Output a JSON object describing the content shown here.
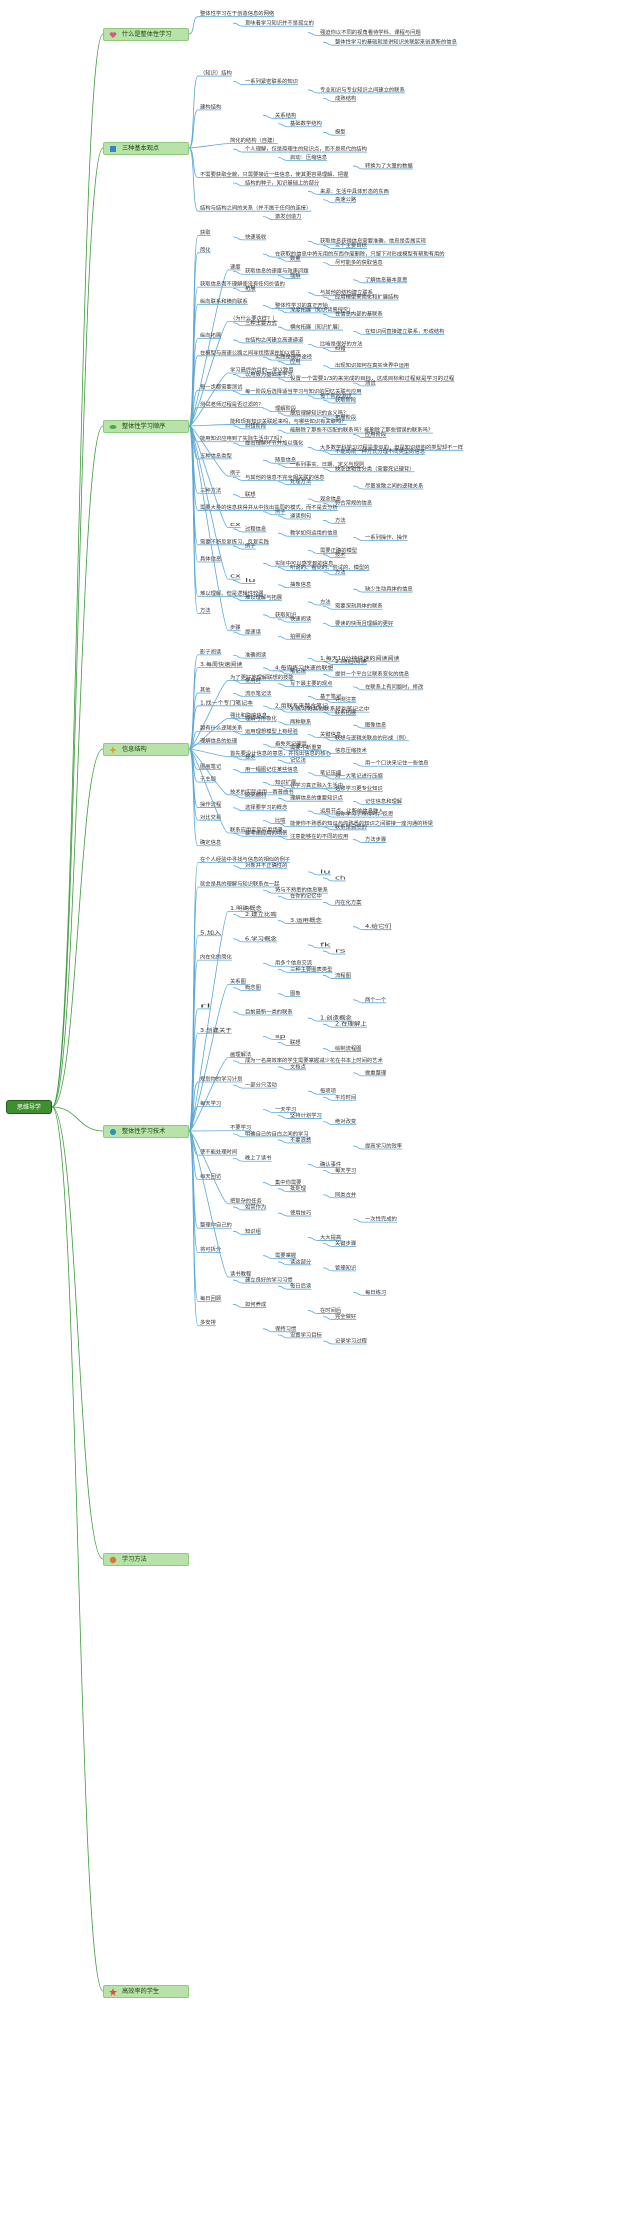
{
  "root": "思维导学",
  "colors": {
    "branch_line": "#3c9a3c",
    "sub_line": "#5aa7d8",
    "root_bg": "#3f8f2f",
    "branch_bg": "#b8e3a8"
  },
  "branches": [
    {
      "label": "什么是整体性学习",
      "icon": "heart-icon"
    },
    {
      "label": "三种基本观点",
      "icon": "book-icon"
    },
    {
      "label": "整体性学习顺序",
      "icon": "leaf-icon"
    },
    {
      "label": "信息结构",
      "icon": "sparkle-icon"
    },
    {
      "label": "整体性学习技术",
      "icon": "bird-icon"
    },
    {
      "label": "学习方法",
      "icon": "flower-icon"
    },
    {
      "label": "高效率的学生",
      "icon": "star-icon"
    }
  ],
  "texts": [
    "整体性学习在于创造信息的网络",
    "意味着学习知识并不是孤立的",
    "强迫你以不同的视角看待学科、课程与问题",
    "整体性学习的基础就是讲知识关联起来创造新的信息",
    "（知识）结构",
    "一系列紧密联系的知识",
    "专业知识与专业知识之间建立的联系",
    "成熟结构",
    "建构结构",
    "关系结构",
    "基础数学结构",
    "模型",
    "简化的结构（自建）",
    "个人理解，仅是原理生的知识点，而不是现代的结构",
    "启动：压缩信息",
    "转换为了大量的数据",
    "不需要获取全貌，只需要接近一些信息，使其更容易理解、把握",
    "结构的种子，知识基础上的部分",
    "来源：生活中具体形态的东西",
    "高速公路",
    "结构与结构之间的关系（并不属于任何的连接）",
    "激发创造力",
    "获取",
    "快速吸收",
    "获取信息获得信息需要准确，信息是否属实现",
    "三个主要目标",
    "简化",
    "在获取的信息中将无用的东西作废删除，只留下对形成模型有帮助有用的",
    "数量",
    "尽可能多的获取信息",
    "速度",
    "获取信息的速度与效率问题",
    "理解",
    "了解信息基本意思",
    "获取信息而不理解便没有任何价值的",
    "拓展",
    "与其他的结构建立联系",
    "应用模型来简化和扩展结构",
    "纵向联系和横向联系",
    "整体性学习的真正开始",
    "深度拓展（知识背景探究）",
    "在信息内部的基联系",
    "（为什么要这样？）",
    "三种主要方式",
    "横向拓展（知识扩展）",
    "在知识间直接建立联系，形成结构",
    "纵向拓展",
    "在结构之间建立高速通道",
    "比喻是很好的方法",
    "纠错",
    "在模型与高速公路之间寻找错误并加以修正",
    "实践是最终途径",
    "应用",
    "出现知识如何在真实世界中运用",
    "学习最终的目的一学以致用",
    "以用致为基础来学习",
    "设置一个需要1/3的来完成的目标，这成目标和过程就是学习的过程",
    "测试",
    "每一步都需要测试",
    "每一阶段后选择适当学习与知识的回忆关联与应用",
    "每个阶段测试",
    "获取阶段",
    "测试老师过程是否过滤的？",
    "理解阶段",
    "最后理解知识的含义吗？",
    "拓展阶段",
    "能和现有知识关联起来吗，与哪些知识有关联吗？",
    "纠错阶段",
    "能删除了那些不匹配的联系吗？能删除了那些错误的联系吗？",
    "应用阶段",
    "能用知识应用到了实际生活中了吗？",
    "提出理解环节并加以强化",
    "大多数学科学习过程是类似的，但是知识结构的类型却不一样",
    "不能局限一种方式分理不同类型的信息",
    "五种信息类型",
    "随意信息",
    "一系列事实、日期、定义与规则",
    "缺乏逻辑性分类（需要死记硬背）",
    "例子",
    "与其他的信息不完全相关联的信息",
    "处理方法",
    "尽量发散之间的逻辑关系",
    "三种方法",
    "联想",
    "观念信息",
    "符合常规的信息",
    "需要大量的信息获得并从中找出共同的模式，而不是去分析",
    "例子",
    "通读例句",
    "方法",
    "cx",
    "过程信息",
    "教学如何运用的信息",
    "一系列操作、操作",
    "需要不断反复练习、反复实践",
    "例子",
    "需要正确的模型",
    "技术",
    "具体信息",
    "实际中可以感觉到的信息",
    "听说的、看见的、尝试的、模型的",
    "方法",
    "cx",
    "lu",
    "抽象信息",
    "缺少生动具体的信息",
    "难以理解、但是逻辑性较强",
    "难以理解与拓展",
    "方法",
    "需要深刻具体的联系",
    "方法",
    "获取知识",
    "快速阅读",
    "要读的快而且理解的更好",
    "步骤",
    "提速读",
    "拍照阅读",
    "影子阅读",
    "准确阅读",
    "1.每天10分钟快速的阅读阅读",
    "2.随后阅读",
    "3.每周快速阅读",
    "4.每周练习快速的联想",
    "笔记法",
    "提供一个平台让联系变化的信息",
    "为了更好地理解联想的技能",
    "使用时",
    "写下最主要的观点",
    "在联系上有问题时，修改",
    "其他",
    "流示笔记法",
    "基于笔记",
    "评测注意",
    "1.找一个专门笔记本",
    "2.用联系来整合笔记",
    "3.练习将其他联系转到笔记之中",
    "联系拓展",
    "强比和隐喻信息",
    "理解与形象化",
    "两种联系",
    "图像信息",
    "越有什么逻辑关系",
    "运用理想模型上有经验",
    "关键信息",
    "联想与逻辑关联总的形成（例）",
    "理解信息的处理",
    "避免死记硬背",
    "需要不断重复",
    "信息压缩技术",
    "首先要设计信息的意思，并找出信息的核心",
    "技术",
    "记忆法",
    "用一个口诀来记住一些信息",
    "图画笔记",
    "用一幅图记住某些信息",
    "笔记压缩",
    "对一大笔记进行压缩",
    "子主题",
    "知识扩展",
    "让学习真正融入生活中",
    "选修学习更专业知识",
    "技术的实际运用—赛普曲书",
    "原来顺利",
    "理解信息的重要知识点",
    "记住信息和理解",
    "操作流程",
    "选择要学习的概念",
    "运用节点，让新的信息融入",
    "当你学习了所得时，反思",
    "对比交易",
    "比喻",
    "能使你不熟悉的知识与你熟悉的知识之间联接一座沟通的桥梁",
    "联系是自然的",
    "联系应用实际应用场景",
    "要考虑应用的场景",
    "注意能够在的不同的应用",
    "方法步骤",
    "确定信息",
    "在个人经验中寻找与信息的相似的例子",
    "对象并不正确性的",
    "lu",
    "ch",
    "就会是具的理解与知识联系在一起",
    "将与不熟悉的信息联系",
    "在你的记忆中",
    "内在化方案",
    "1.明确概念",
    "2.建立比喻",
    "3.运用概念",
    "4.给它们",
    "5.加入",
    "6.学习概念",
    "fk",
    "rs",
    "内在化的简化",
    "用多个信息交流",
    "三种主要图表类型",
    "流程图",
    "关系图",
    "概念图",
    "图象",
    "两个一个",
    "rl",
    "目前最新一类的联系",
    "1.创造概念",
    "2.在理解上",
    "3.创建关于",
    "sp",
    "联想",
    "绘制流程图",
    "画理解法",
    "成为一名高效率的学生需要掌握减少花在书本上时间的艺术",
    "文档点",
    "做重整理",
    "规划你的学习计划",
    "一部分只活动",
    "每项项",
    "平均时间",
    "每天学习",
    "一天学习",
    "坚持计划学习",
    "绝对改变",
    "不要学习",
    "明确自己的自白之间的学习",
    "不要浪费",
    "提高学习的效率",
    "使不能处理时间",
    "晚上了读书",
    "确认事件",
    "每天学习",
    "每天回访",
    "集中你需要",
    "批处理",
    "同类合并",
    "把复杂的任务",
    "如常作为",
    "使用技巧",
    "一次性完成的",
    "整理你自己的",
    "知识组",
    "大大提高",
    "关键步骤",
    "将可拆分",
    "需要掌握",
    "读这部分",
    "管理知识",
    "读书教程",
    "建立良好的学习习惯",
    "每日后读",
    "每日练习",
    "每日回顾",
    "如何养成",
    "在时间后",
    "完全做好",
    "多安排",
    "保持习惯",
    "设置学习目标",
    "记录学习过程"
  ]
}
